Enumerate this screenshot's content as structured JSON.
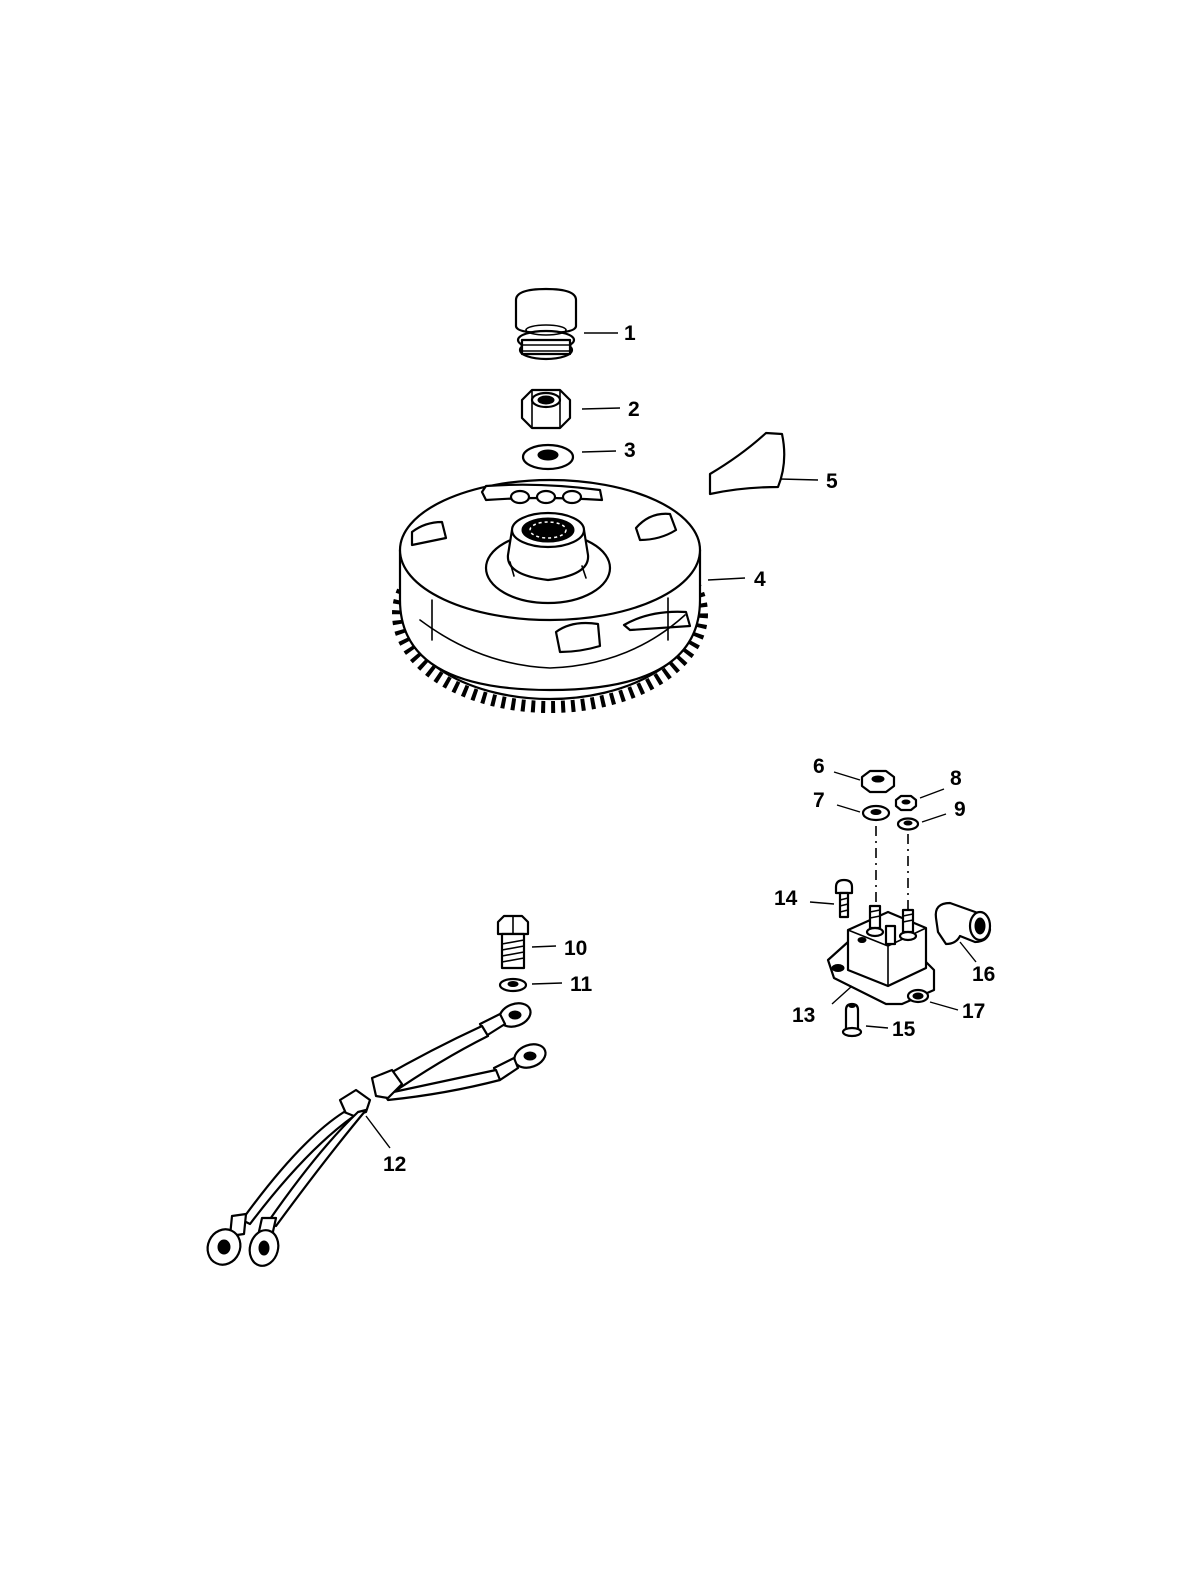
{
  "callouts": {
    "c1": "1",
    "c2": "2",
    "c3": "3",
    "c4": "4",
    "c5": "5",
    "c6": "6",
    "c7": "7",
    "c8": "8",
    "c9": "9",
    "c10": "10",
    "c11": "11",
    "c12": "12",
    "c13": "13",
    "c14": "14",
    "c15": "15",
    "c16": "16",
    "c17": "17"
  },
  "colors": {
    "line": "#000000",
    "background": "#ffffff"
  }
}
